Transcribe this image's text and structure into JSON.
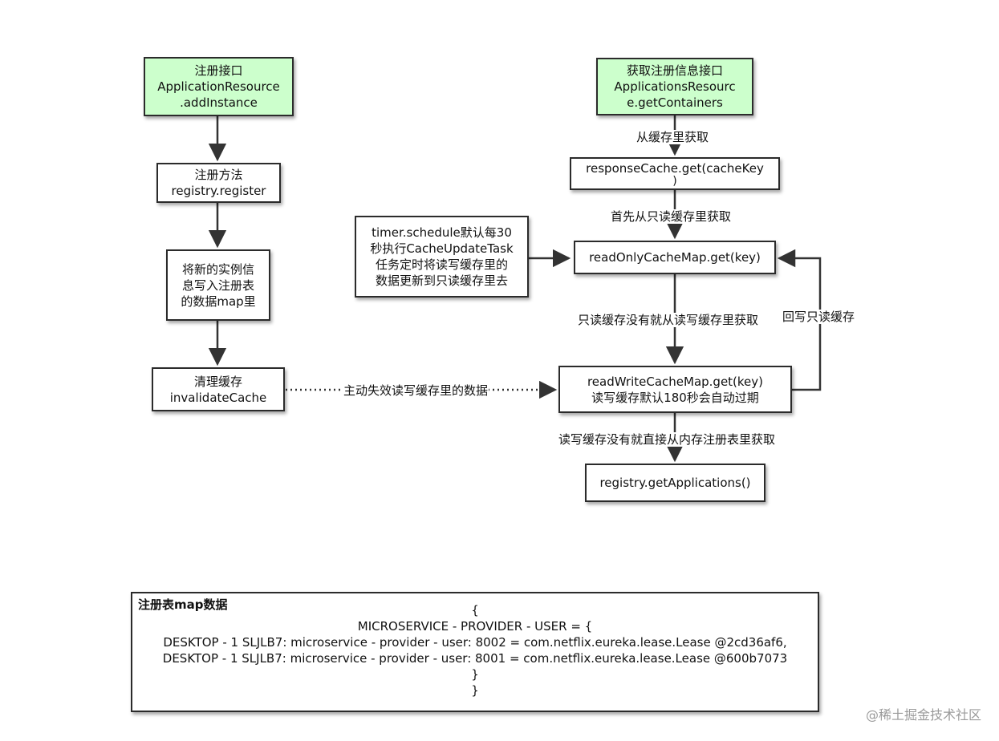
{
  "nodes": {
    "register_api": [
      "注册接口",
      "ApplicationResource",
      ".addInstance"
    ],
    "register_method": [
      "注册方法",
      "registry.register"
    ],
    "write_registry": [
      "将新的实例信",
      "息写入注册表",
      "的数据map里"
    ],
    "invalidate_cache": [
      "清理缓存",
      "invalidateCache"
    ],
    "get_api": [
      "获取注册信息接口",
      "ApplicationsResourc",
      "e.getContainers"
    ],
    "response_cache": [
      "responseCache.get(cacheKey",
      ")"
    ],
    "timer_task": [
      "timer.schedule默认每30",
      "秒执行CacheUpdateTask",
      "任务定时将读写缓存里的",
      "数据更新到只读缓存里去"
    ],
    "readonly_cache": [
      "readOnlyCacheMap.get(key)"
    ],
    "readwrite_cache": [
      "readWriteCacheMap.get(key)",
      "读写缓存默认180秒会自动过期"
    ],
    "get_applications": [
      "registry.getApplications()"
    ]
  },
  "edge_labels": {
    "from_cache": "从缓存里获取",
    "readonly_first": "首先从只读缓存里获取",
    "readonly_miss": "只读缓存没有就从读写缓存里获取",
    "write_back": "回写只读缓存",
    "invalidate": "主动失效读写缓存里的数据",
    "readwrite_miss": "读写缓存没有就直接从内存注册表里获取"
  },
  "registry_table": {
    "title": "注册表map数据",
    "lines": [
      "{",
      "MICROSERVICE - PROVIDER - USER = {",
      "DESKTOP - 1 SLJLB7: microservice - provider - user: 8002 = com.netflix.eureka.lease.Lease @2cd36af6,",
      "DESKTOP - 1 SLJLB7: microservice - provider - user: 8001 = com.netflix.eureka.lease.Lease @600b7073",
      "}",
      "}"
    ]
  },
  "watermark": "@稀土掘金技术社区",
  "colors": {
    "api_box_fill": "#ccffcc",
    "box_border": "#2b2b2b",
    "arrow": "#333333",
    "watermark": "#9a9a9a"
  }
}
